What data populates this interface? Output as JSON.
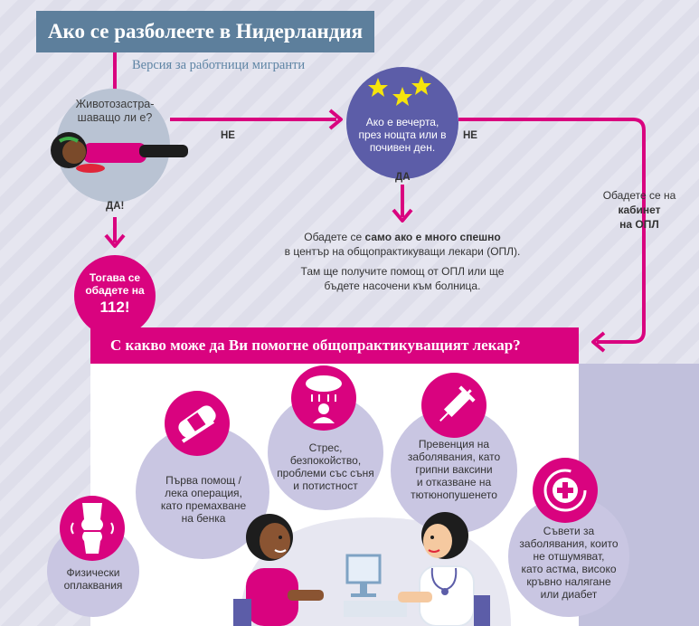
{
  "header": {
    "title": "Ако се разболеете в Нидерландия",
    "subtitle": "Версия за работници мигранти"
  },
  "flow": {
    "question1": "Животозастра-\nшаващо ли е?",
    "question2": "Ако е вечерта,\nпрез нощта или в\nпочивен ден.",
    "no_label_1": "НЕ",
    "no_label_2": "НЕ",
    "yes_label_1": "ДА!",
    "yes_label_2": "ДА",
    "call112_line": "Тогава се\nобадете на",
    "call112_number": "112!",
    "center_pre": "Обадете се ",
    "center_bold": "само ако е много спешно",
    "center_post": "\nв център на общопрактикуващи лекари (ОПЛ).",
    "center_para2": "Там ще получите помощ от ОПЛ или ще\nбъдете насочени към болница.",
    "right_pre": "Обадете се на",
    "right_bold": "кабинет\nна ОПЛ"
  },
  "section": {
    "banner": "С какво може да Ви помогне общопрактикуващият лекар?",
    "items": [
      {
        "label": "Първа помощ /\nлека операция,\nкато премахване\nна бенка",
        "icon": "bandage-scalpel-icon"
      },
      {
        "label": "Стрес,\nбезпокойство,\nпроблеми със съня\nи потистност",
        "icon": "rain-cloud-person-icon"
      },
      {
        "label": "Превенция на\nзаболявания, като\nгрипни ваксини\nи отказване на\nтютюнопушенето",
        "icon": "syringe-icon"
      },
      {
        "label": "Съвети за\nзаболявания, които\nне отшумяват,\nкато астма, високо\nкръвно налягане\nили диабет",
        "icon": "medical-cross-cycle-icon"
      },
      {
        "label": "Физически\nоплаквания",
        "icon": "knee-joint-icon"
      }
    ]
  },
  "colors": {
    "accent": "#d9037f",
    "title_bg": "#5d7f9c",
    "night_circle": "#5c5da8",
    "lavender": "#c9c6e2",
    "star": "#f5e40c"
  }
}
